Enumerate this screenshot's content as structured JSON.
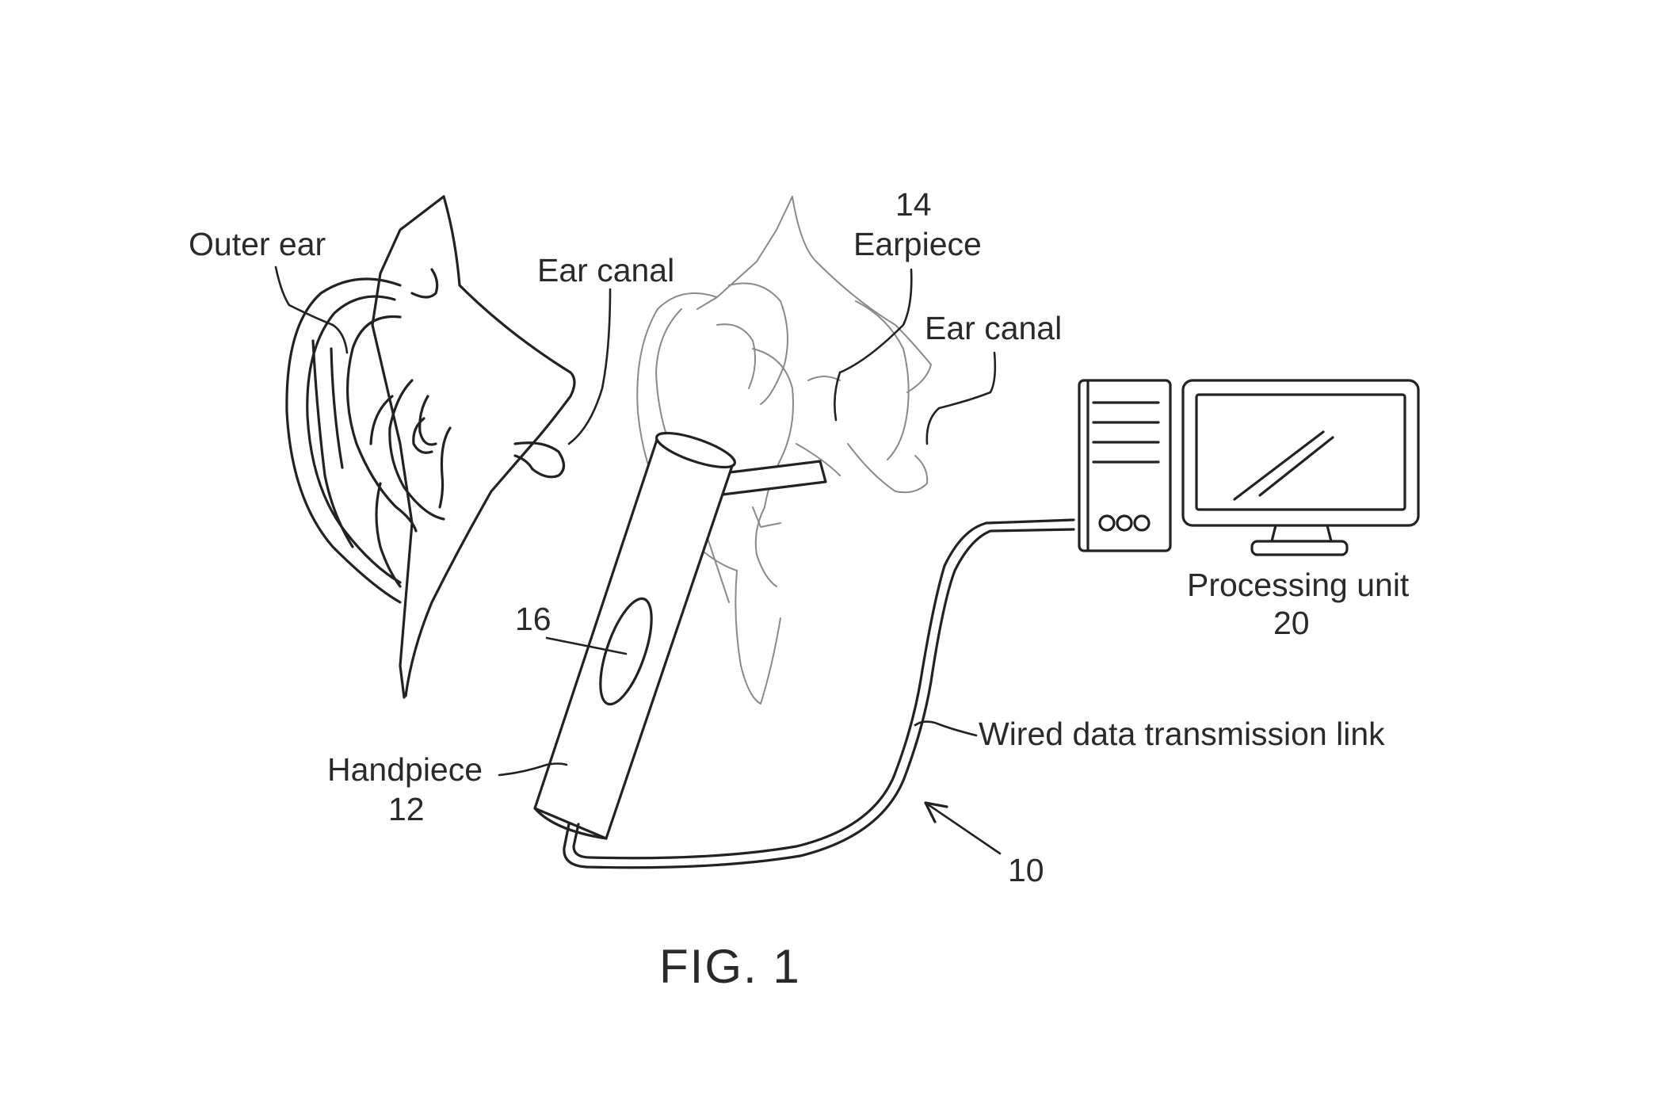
{
  "labels": {
    "outer_ear": "Outer ear",
    "ear_canal_left": "Ear canal",
    "earpiece_num": "14",
    "earpiece": "Earpiece",
    "ear_canal_right": "Ear canal",
    "processing_unit": "Processing unit",
    "processing_unit_num": "20",
    "window_num": "16",
    "wired_link": "Wired data transmission link",
    "handpiece": "Handpiece",
    "handpiece_num": "12",
    "system_num": "10"
  },
  "caption": "FIG. 1",
  "colors": {
    "ink": "#222222",
    "ghost_ink": "#8a8a8a",
    "background": "#ffffff"
  }
}
